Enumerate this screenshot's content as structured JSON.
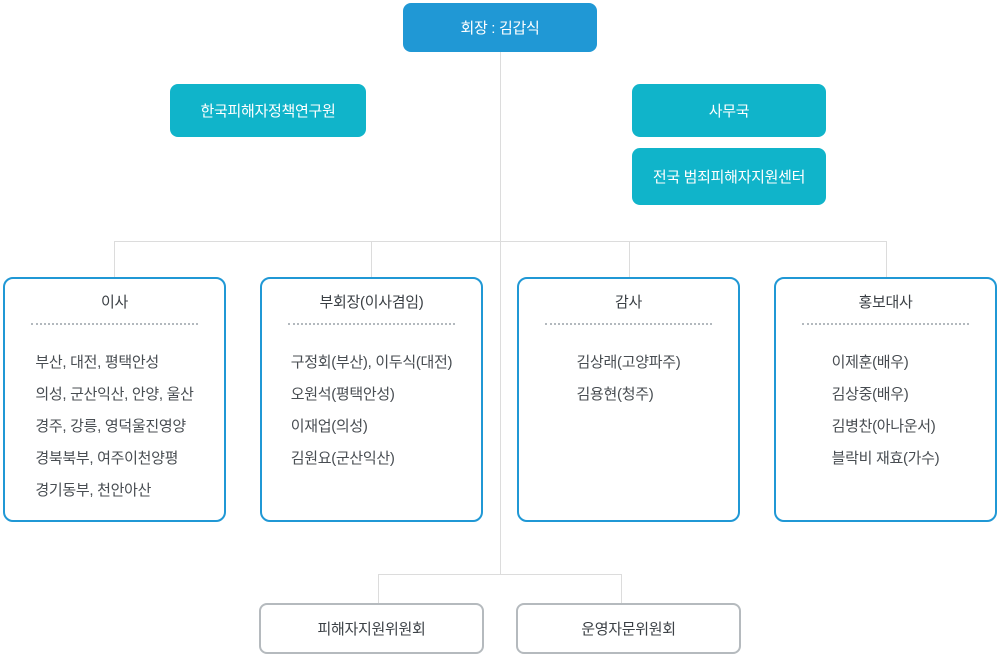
{
  "org": {
    "chairman": {
      "label": "회장 : 김갑식"
    },
    "research_office": {
      "label": "한국피해자정책연구원"
    },
    "secretariat": {
      "label": "사무국"
    },
    "support_center": {
      "label": "전국 범죄피해자지원센터"
    },
    "departments": [
      {
        "title": "이사",
        "members": [
          "부산, 대전, 평택안성",
          "의성, 군산익산, 안양, 울산",
          "경주, 강릉, 영덕울진영양",
          "경북북부, 여주이천양평",
          "경기동부, 천안아산"
        ]
      },
      {
        "title": "부회장(이사겸임)",
        "members": [
          "구정회(부산), 이두식(대전)",
          "오원석(평택안성)",
          "이재업(의성)",
          "김원요(군산익산)"
        ]
      },
      {
        "title": "감사",
        "members": [
          "김상래(고양파주)",
          "김용현(청주)"
        ]
      },
      {
        "title": "홍보대사",
        "members": [
          "이제훈(배우)",
          "김상중(배우)",
          "김병찬(아나운서)",
          "블락비 재효(가수)"
        ]
      }
    ],
    "committees": [
      {
        "label": "피해자지원위원회"
      },
      {
        "label": "운영자문위원회"
      }
    ],
    "colors": {
      "primary_blue": "#2098d5",
      "cyan": "#10b4ca",
      "gray_border": "#b5babe",
      "connector_line": "#dcdcdc"
    }
  }
}
